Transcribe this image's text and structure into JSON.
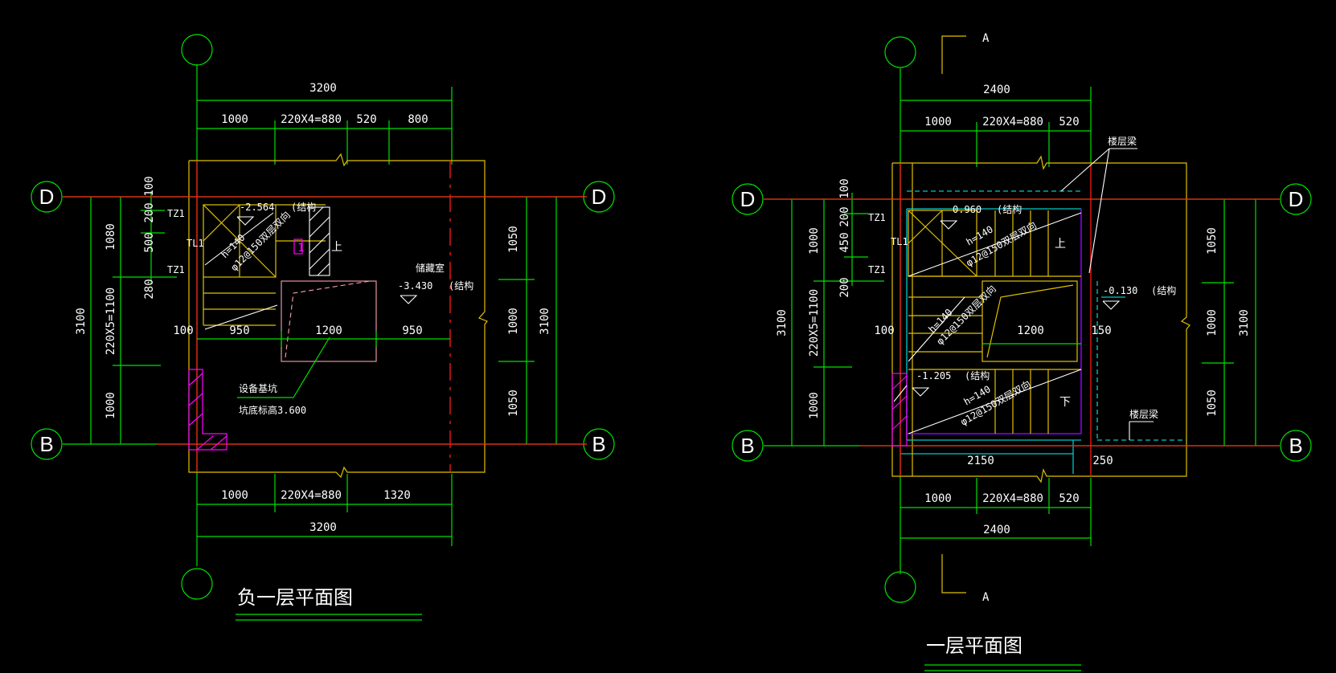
{
  "left_plan": {
    "title": "负一层平面图",
    "axes": {
      "d": "D",
      "b": "B"
    },
    "top": {
      "overall": "3200",
      "seg1": "1000",
      "seg2": "220X4=880",
      "seg3": "520",
      "seg4": "800"
    },
    "bottom": {
      "seg1": "1000",
      "seg2": "220X4=880",
      "seg3": "1320",
      "overall": "3200"
    },
    "left": {
      "overall": "3100",
      "a": "1080",
      "b": "220X5=1100",
      "c": "1000",
      "s1": "100",
      "s2": "200",
      "s3": "500",
      "s4": "280"
    },
    "right": {
      "a": "1050",
      "b": "1000",
      "c": "1050",
      "overall": "3100"
    },
    "mid": {
      "a": "950",
      "b": "1200",
      "c": "950",
      "d": "100"
    },
    "labels": {
      "tz1a": "TZ1",
      "tl1": "TL1",
      "tz1b": "TZ1",
      "elev1": "-2.564",
      "elev1_note": "(结构",
      "stair_h": "h=140",
      "stair_rebar": "φ12@150双层双向",
      "up": "上",
      "section": "1",
      "room": "储藏室",
      "elev2": "-3.430",
      "elev2_note": "(结构",
      "pit": "设备基坑",
      "pit_level": "坑底标高3.600"
    }
  },
  "right_plan": {
    "title": "一层平面图",
    "axes": {
      "d": "D",
      "b": "B"
    },
    "section": "A",
    "top": {
      "overall": "2400",
      "seg1": "1000",
      "seg2": "220X4=880",
      "seg3": "520"
    },
    "bottom": {
      "seg0": "2150",
      "seg0b": "250",
      "seg1": "1000",
      "seg2": "220X4=880",
      "seg3": "520",
      "overall": "2400"
    },
    "left": {
      "overall": "3100",
      "a": "1000",
      "b": "220X5=1100",
      "c": "1000",
      "s1": "100",
      "s2": "200",
      "s3": "450",
      "s4": "200"
    },
    "right": {
      "a": "1050",
      "b": "1000",
      "c": "1050",
      "overall": "3100"
    },
    "mid": {
      "a": "1200",
      "b": "150",
      "c": "100"
    },
    "labels": {
      "tz1a": "TZ1",
      "tl1": "TL1",
      "tz1b": "TZ1",
      "elev1": "0.960",
      "elev1_note": "(结构",
      "stair_h1": "h=140",
      "stair_rebar1": "φ12@150双层双向",
      "up": "上",
      "stair_h2": "h=140",
      "stair_rebar2": "φ12@150双层双向",
      "elev2": "-1.205",
      "elev2_note": "(结构",
      "stair_h3": "h=140",
      "stair_rebar3": "φ12@150双层双向",
      "down": "下",
      "elev3": "-0.130",
      "elev3_note": "(结构",
      "beam_top": "楼层梁",
      "beam_bottom": "楼层梁"
    }
  }
}
